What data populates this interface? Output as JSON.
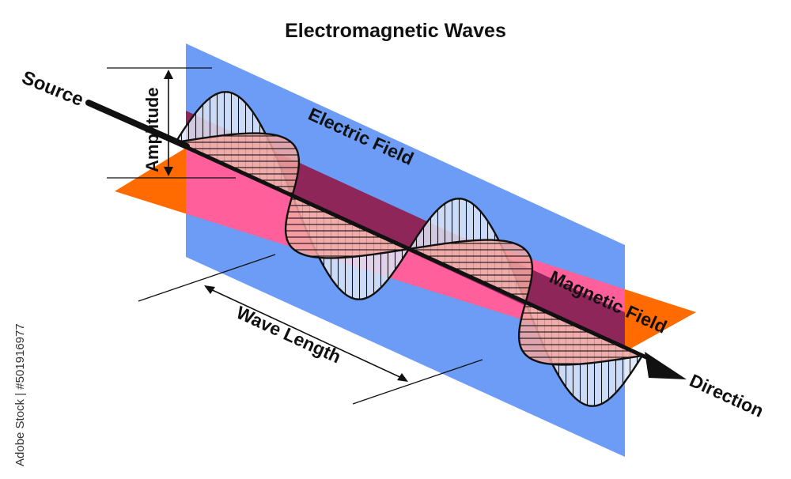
{
  "title": "Electromagnetic Waves",
  "labels": {
    "source": "Source",
    "amplitude": "Amplitude",
    "electric_field": "Electric Field",
    "magnetic_field": "Magnetic Field",
    "wave_length": "Wave Length",
    "direction": "Direction"
  },
  "side_text": "Adobe Stock | #501916977",
  "colors": {
    "electric_plane": "#6d9cf6",
    "magnetic_plane": "#ff6b00",
    "magnetic_plane_overlap": "#ff5f9a",
    "electric_plane_overlap": "#8e2659",
    "electric_wave_fill": "#dce6f7",
    "magnetic_wave_fill": "#f4a6a0",
    "outline": "#111111"
  },
  "icons": {
    "direction_arrow": "arrow-head-icon"
  }
}
